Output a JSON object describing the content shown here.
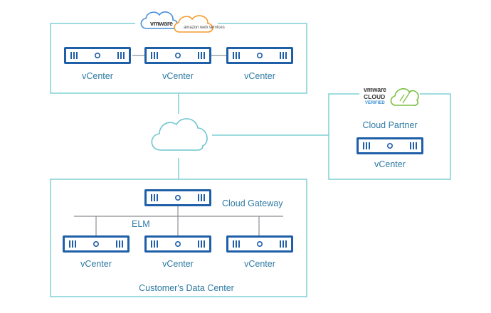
{
  "top_logo": {
    "vmware": "vmware",
    "aws": "amazon web services"
  },
  "top_group": {
    "nodes": [
      {
        "label": "vCenter"
      },
      {
        "label": "vCenter"
      },
      {
        "label": "vCenter"
      }
    ]
  },
  "partner": {
    "logo": {
      "brand": "vmware",
      "line1": "CLOUD",
      "line2": "VERIFIED"
    },
    "title": "Cloud Partner",
    "node_label": "vCenter"
  },
  "datacenter": {
    "gateway_label": "Cloud Gateway",
    "elm_label": "ELM",
    "nodes": [
      {
        "label": "vCenter"
      },
      {
        "label": "vCenter"
      },
      {
        "label": "vCenter"
      }
    ],
    "title": "Customer's Data Center"
  },
  "colors": {
    "frame": "#7fd0d6",
    "server": "#1f5fa8",
    "label": "#2f7aa3",
    "aws_orange": "#f39a2b"
  }
}
